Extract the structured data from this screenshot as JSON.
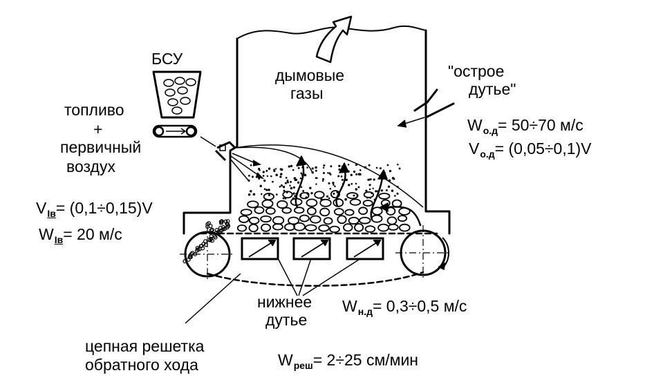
{
  "labels": {
    "bsu": "БСУ",
    "flue_gas_line1": "дымовые",
    "flue_gas_line2": "газы",
    "sharp_blast_line1": "\"острое",
    "sharp_blast_line2": "дутье\"",
    "fuel_line1": "топливо",
    "fuel_line2": "+",
    "fuel_line3": "первичный",
    "fuel_line4": "воздух",
    "under_blast_line1": "нижнее",
    "under_blast_line2": "дутье",
    "grate_line1": "цепная решетка",
    "grate_line2": "обратного хода"
  },
  "formulas": {
    "w_od": {
      "symbol": "W",
      "sub": "о.д",
      "value": "= 50÷70 м/с"
    },
    "v_od": {
      "symbol": "V",
      "sub": "о.д",
      "value": "= (0,05÷0,1)V"
    },
    "v_iv": {
      "symbol": "V",
      "sub": "Iв",
      "value": "= (0,1÷0,15)V"
    },
    "w_iv": {
      "symbol": "W",
      "sub": "Iв",
      "value": "= 20 м/с"
    },
    "w_nd": {
      "symbol": "W",
      "sub": "н.д",
      "value": "= 0,3÷0,5 м/с"
    },
    "w_resh": {
      "symbol": "W",
      "sub": "реш",
      "value": "= 2÷25 см/мин"
    }
  },
  "colors": {
    "ink": "#000000",
    "background": "#ffffff"
  }
}
